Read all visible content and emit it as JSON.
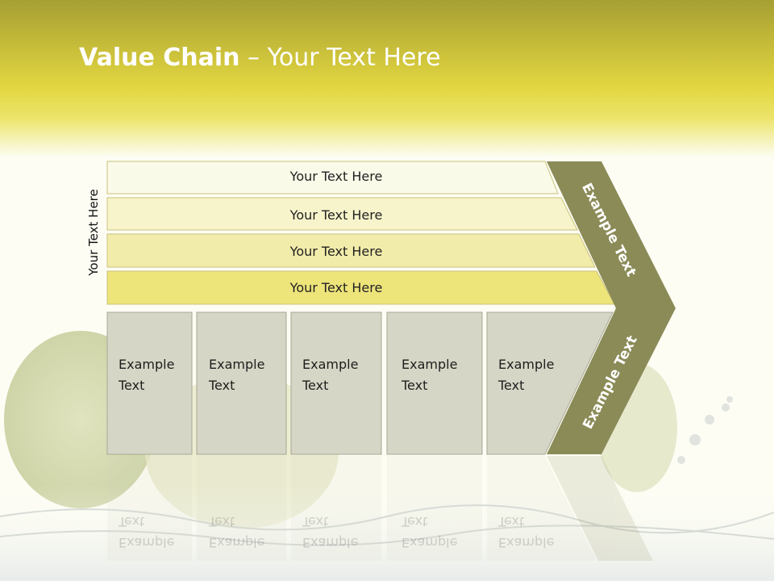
{
  "slide": {
    "title_bold": "Value Chain",
    "title_rest": " – Your Text Here",
    "side_label": "Your Text Here"
  },
  "bars": [
    {
      "label": "Your Text Here"
    },
    {
      "label": "Your Text Here"
    },
    {
      "label": "Your Text Here"
    },
    {
      "label": "Your Text Here"
    }
  ],
  "boxes": [
    {
      "line1": "Example",
      "line2": "Text"
    },
    {
      "line1": "Example",
      "line2": "Text"
    },
    {
      "line1": "Example",
      "line2": "Text"
    },
    {
      "line1": "Example",
      "line2": "Text"
    },
    {
      "line1": "Example",
      "line2": "Text"
    }
  ],
  "chevron": {
    "upper_label": "Example Text",
    "lower_label": "Example Text"
  },
  "colors": {
    "header_top": "#a9a134",
    "header_mid": "#e6db45",
    "bar1": "#fafae9",
    "bar2": "#f7f4cb",
    "bar3": "#f2ecaa",
    "bar4": "#ede47a",
    "box": "#d6d6c6",
    "chevron": "#8b8b58"
  }
}
